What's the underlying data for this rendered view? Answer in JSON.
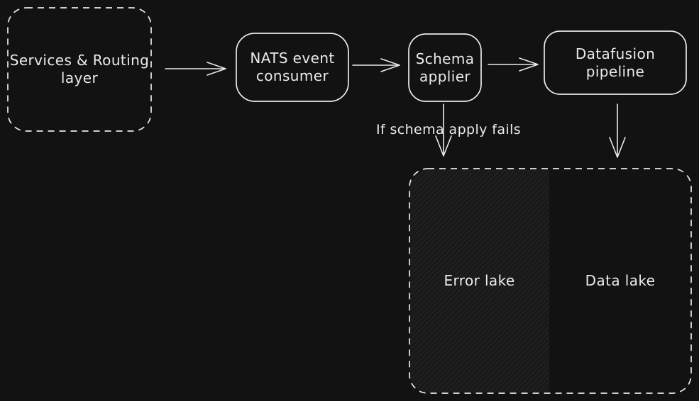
{
  "diagram": {
    "nodes": {
      "services_routing": {
        "label": "Services & Routing\nlayer",
        "border": "dashed"
      },
      "nats_consumer": {
        "label": "NATS event\nconsumer",
        "border": "solid"
      },
      "schema_applier": {
        "label": "Schema\napplier",
        "border": "solid"
      },
      "datafusion_pipeline": {
        "label": "Datafusion pipeline",
        "border": "solid"
      },
      "lakes_container": {
        "border": "dashed"
      },
      "error_lake": {
        "label": "Error lake",
        "fill": "hatched"
      },
      "data_lake": {
        "label": "Data lake",
        "fill": "none"
      }
    },
    "edges": [
      {
        "from": "services_routing",
        "to": "nats_consumer"
      },
      {
        "from": "nats_consumer",
        "to": "schema_applier"
      },
      {
        "from": "schema_applier",
        "to": "datafusion_pipeline"
      },
      {
        "from": "schema_applier",
        "to": "error_lake",
        "condition": "If schema apply fails"
      },
      {
        "from": "datafusion_pipeline",
        "to": "data_lake"
      }
    ],
    "annotations": {
      "fail_condition": "If schema apply fails"
    },
    "colors": {
      "background": "#121212",
      "stroke": "#e9e9e9",
      "text": "#ebebeb",
      "hatch_fill": "#191919"
    }
  }
}
